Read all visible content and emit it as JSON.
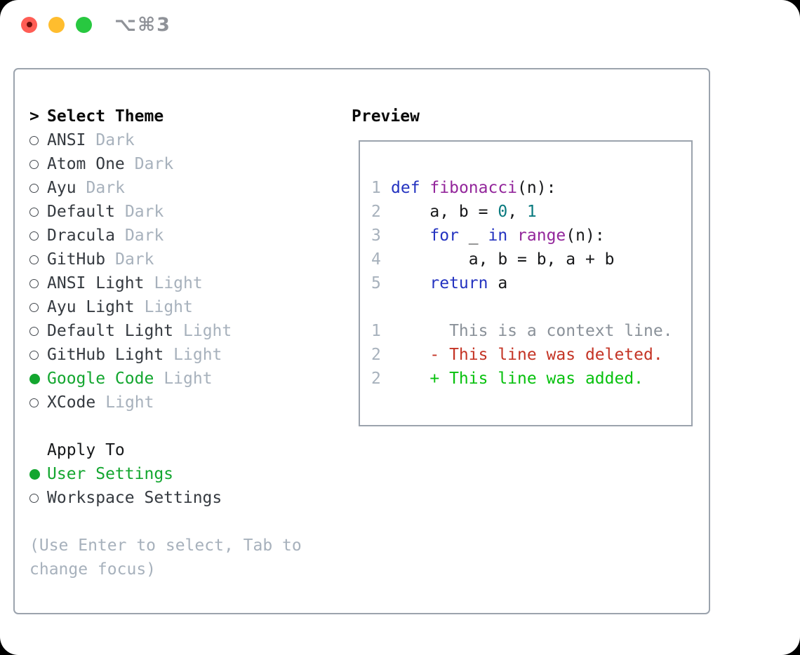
{
  "window": {
    "shortcut": "⌥⌘3",
    "traffic_lights": [
      {
        "name": "close",
        "color": "#ff5d55"
      },
      {
        "name": "minimize",
        "color": "#ffbd2e"
      },
      {
        "name": "zoom",
        "color": "#28c840"
      }
    ]
  },
  "theme_panel": {
    "title": "Select Theme",
    "prompt_char": ">",
    "themes": [
      {
        "name": "ANSI",
        "variant": "Dark",
        "selected": false
      },
      {
        "name": "Atom One",
        "variant": "Dark",
        "selected": false
      },
      {
        "name": "Ayu",
        "variant": "Dark",
        "selected": false
      },
      {
        "name": "Default",
        "variant": "Dark",
        "selected": false
      },
      {
        "name": "Dracula",
        "variant": "Dark",
        "selected": false
      },
      {
        "name": "GitHub",
        "variant": "Dark",
        "selected": false
      },
      {
        "name": "ANSI Light",
        "variant": "Light",
        "selected": false
      },
      {
        "name": "Ayu Light",
        "variant": "Light",
        "selected": false
      },
      {
        "name": "Default Light",
        "variant": "Light",
        "selected": false
      },
      {
        "name": "GitHub Light",
        "variant": "Light",
        "selected": false
      },
      {
        "name": "Google Code",
        "variant": "Light",
        "selected": true
      },
      {
        "name": "XCode",
        "variant": "Light",
        "selected": false
      }
    ],
    "apply_to": {
      "title": "Apply To",
      "options": [
        {
          "label": "User Settings",
          "selected": true
        },
        {
          "label": "Workspace Settings",
          "selected": false
        }
      ]
    },
    "hint": "(Use Enter to select, Tab to change focus)"
  },
  "preview": {
    "title": "Preview",
    "code_lines": [
      {
        "no": "1",
        "tokens": [
          {
            "t": "def",
            "c": "keyword"
          },
          {
            "t": " ",
            "c": "plain"
          },
          {
            "t": "fibonacci",
            "c": "func"
          },
          {
            "t": "(n):",
            "c": "plain"
          }
        ]
      },
      {
        "no": "2",
        "tokens": [
          {
            "t": "    a, b = ",
            "c": "plain"
          },
          {
            "t": "0",
            "c": "number"
          },
          {
            "t": ", ",
            "c": "plain"
          },
          {
            "t": "1",
            "c": "number"
          }
        ]
      },
      {
        "no": "3",
        "tokens": [
          {
            "t": "    ",
            "c": "plain"
          },
          {
            "t": "for",
            "c": "keyword"
          },
          {
            "t": " _ ",
            "c": "plain"
          },
          {
            "t": "in",
            "c": "keyword"
          },
          {
            "t": " ",
            "c": "plain"
          },
          {
            "t": "range",
            "c": "func"
          },
          {
            "t": "(n):",
            "c": "plain"
          }
        ]
      },
      {
        "no": "4",
        "tokens": [
          {
            "t": "        a, b = b, a + b",
            "c": "plain"
          }
        ]
      },
      {
        "no": "5",
        "tokens": [
          {
            "t": "    ",
            "c": "plain"
          },
          {
            "t": "return",
            "c": "keyword"
          },
          {
            "t": " a",
            "c": "plain"
          }
        ]
      }
    ],
    "diff_lines": [
      {
        "no": "1",
        "text": "      This is a context line.",
        "type": "context"
      },
      {
        "no": "2",
        "text": "    - This line was deleted.",
        "type": "deleted"
      },
      {
        "no": "2",
        "text": "    + This line was added.",
        "type": "added"
      }
    ]
  },
  "colors": {
    "panel_border": "#9ba3ad",
    "selection_green": "#13a62f",
    "muted_gray": "#a7b1bc",
    "keyword_blue": "#2433c0",
    "function_purple": "#93269b",
    "number_teal": "#0a7a7f",
    "diff_context_gray": "#8a9199",
    "diff_deleted_red": "#c43425",
    "diff_added_green": "#07c10e"
  }
}
